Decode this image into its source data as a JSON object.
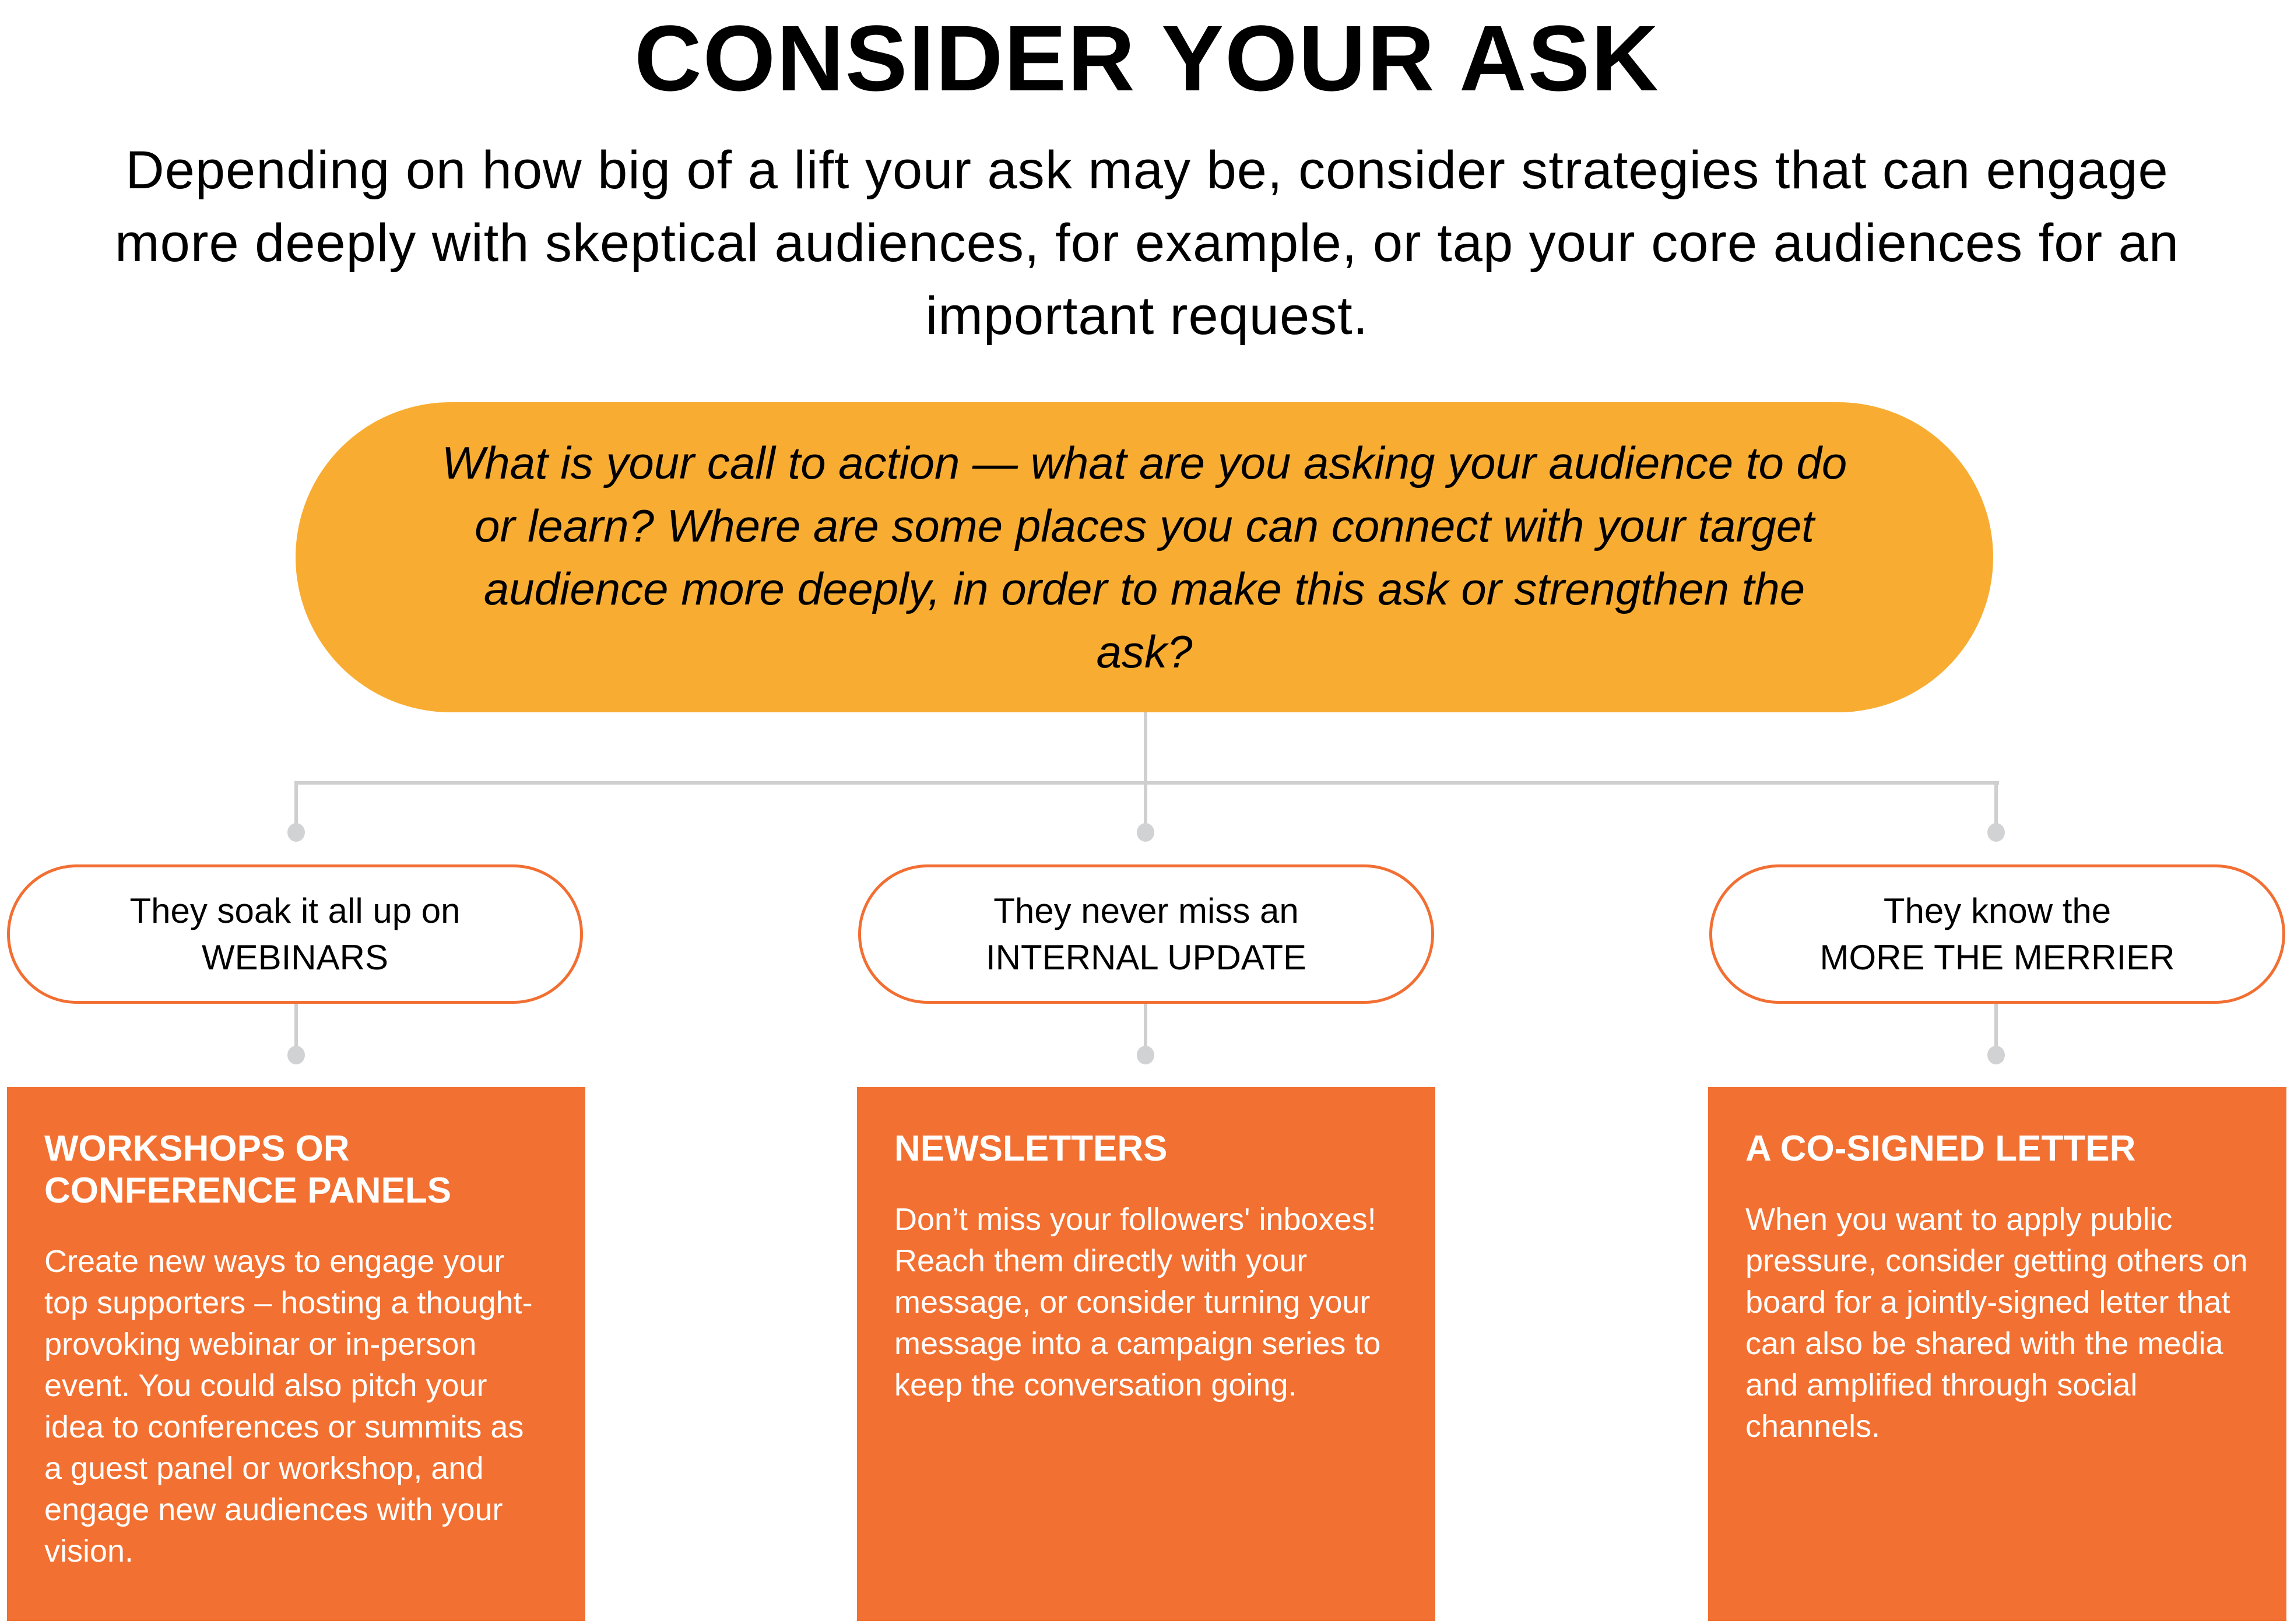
{
  "title": "CONSIDER YOUR ASK",
  "subtitle": "Depending on how big of a lift your ask may be, consider strategies that can engage more deeply with skeptical audiences, for example, or tap your core audiences for an important request.",
  "question": "What is your call to action — what are you asking your audience to do or learn? Where are some places you can connect with your target audience more deeply, in order to make this ask or strengthen the ask?",
  "colors": {
    "question_bg": "#F8AD32",
    "accent": "#F27031",
    "connector": "#CFCFCF"
  },
  "columns": [
    {
      "lead": "They soak it all up on",
      "keyword": "WEBINARS",
      "heading": "WORKSHOPS OR CONFERENCE PANELS",
      "body": "Create new ways to engage your top supporters – hosting a thought-provoking webinar or in-person event. You could also pitch your idea to conferences or summits as a guest panel or workshop, and engage new audiences with your vision."
    },
    {
      "lead": "They never miss an",
      "keyword": "INTERNAL UPDATE",
      "heading": "NEWSLETTERS",
      "body": "Don’t miss your followers' inboxes! Reach them directly with your message, or consider turning your message into a campaign series to keep the conversation going."
    },
    {
      "lead": "They know the",
      "keyword": "MORE THE MERRIER",
      "heading": "A CO-SIGNED LETTER",
      "body": "When you want to apply public pressure, consider getting others on board for a jointly-signed letter that can also be shared with the media and amplified through social channels."
    }
  ]
}
